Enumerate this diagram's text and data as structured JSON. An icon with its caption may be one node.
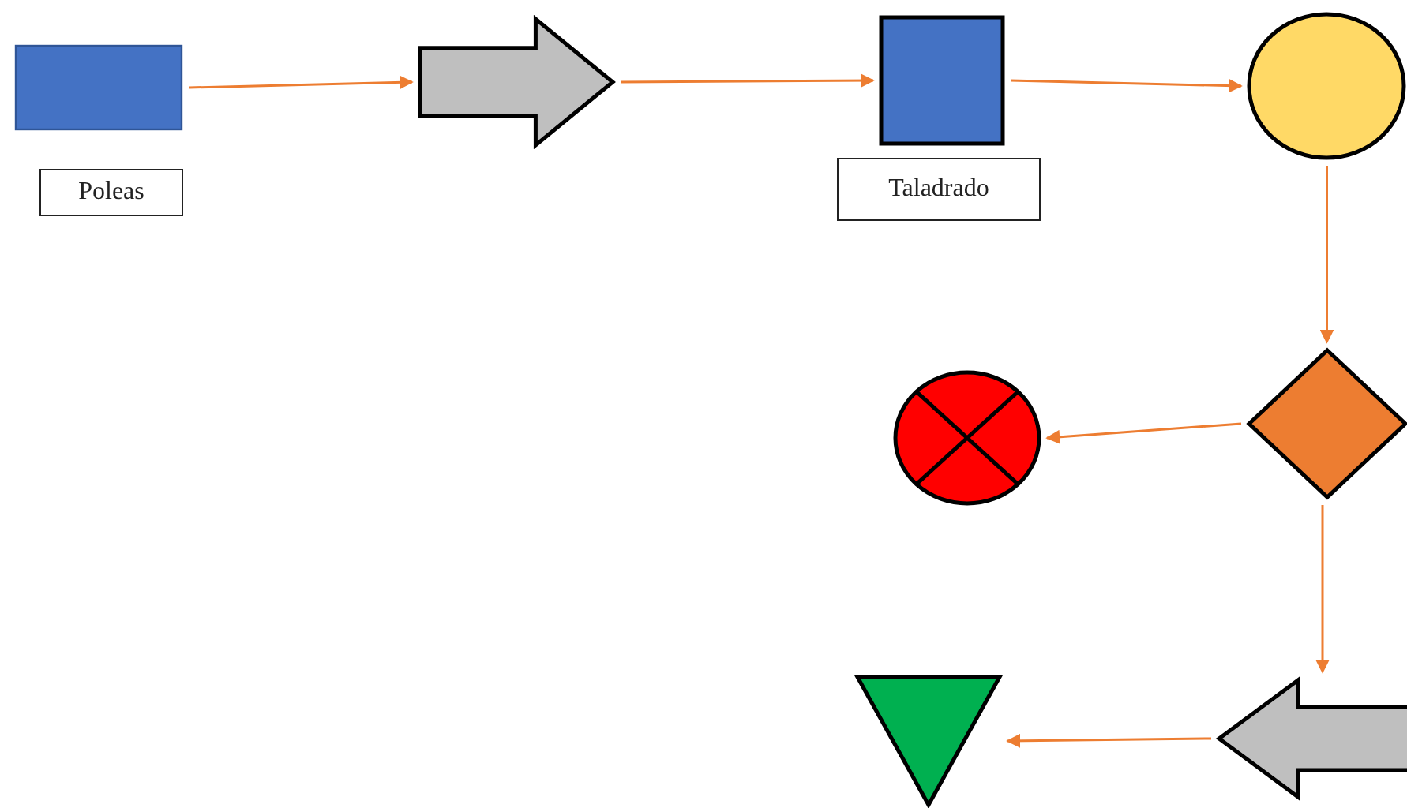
{
  "diagram": {
    "nodes": [
      {
        "text": [],
        "shape": "box"
      },
      {
        "text": [
          "Poleas"
        ]
      },
      {
        "text": [],
        "shape": "arrow"
      },
      {
        "text": [],
        "shape": "box"
      },
      {
        "text": [
          "Taladrado"
        ]
      },
      {
        "text": [],
        "shape": "circle"
      },
      {
        "text": [],
        "shape": "diamond"
      },
      {
        "text": [],
        "shape": "circle"
      },
      {
        "text": [],
        "shape": "arrow"
      },
      {
        "text": [],
        "shape": "triangle"
      }
    ],
    "edges": [
      {
        "from": 0,
        "to": 2,
        "arrow": "to"
      },
      {
        "from": 2,
        "to": 3,
        "arrow": "to"
      },
      {
        "from": 3,
        "to": 5,
        "arrow": "to"
      },
      {
        "from": 5,
        "to": 6,
        "arrow": "to"
      },
      {
        "from": 6,
        "to": 7,
        "arrow": "to"
      },
      {
        "from": 6,
        "to": 8,
        "arrow": "to"
      },
      {
        "from": 8,
        "to": 9,
        "arrow": "to"
      }
    ]
  }
}
